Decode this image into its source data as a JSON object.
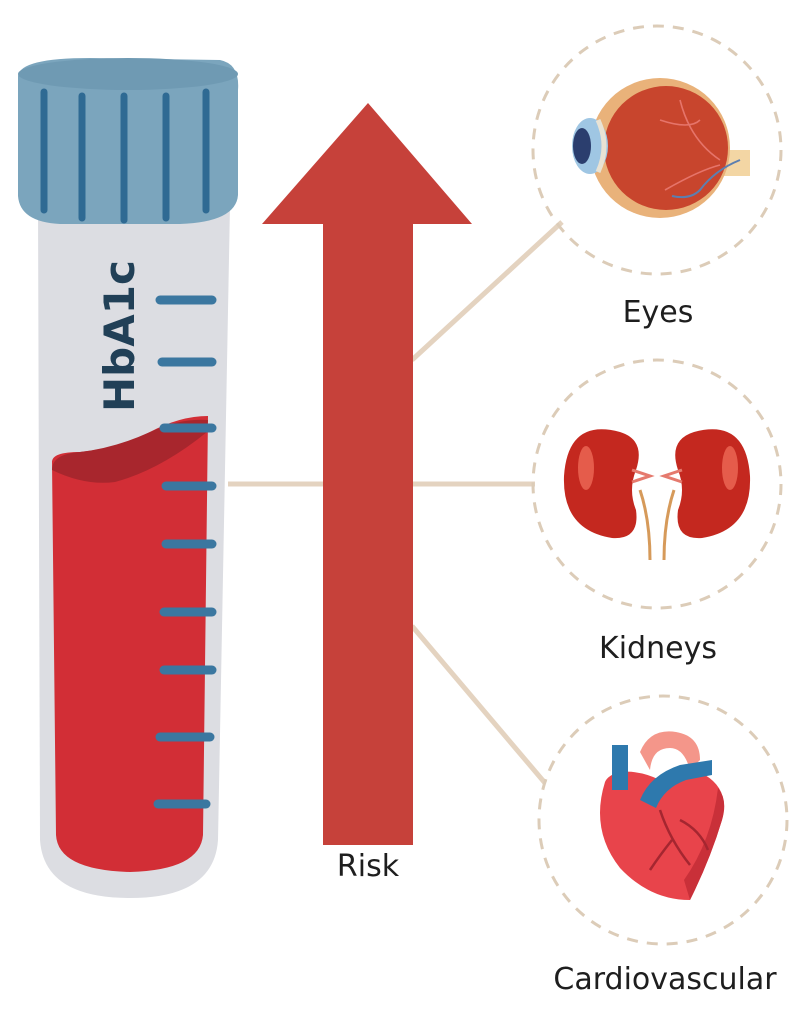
{
  "tube_label": "HbA1c",
  "arrow_label": "Risk",
  "organs": [
    {
      "name": "Eyes",
      "icon": "eye-icon"
    },
    {
      "name": "Kidneys",
      "icon": "kidneys-icon"
    },
    {
      "name": "Cardiovascular",
      "icon": "heart-icon"
    }
  ],
  "colors": {
    "cap": "#7ba5bd",
    "cap_stripe": "#2f6a93",
    "tube": "#dcdde2",
    "blood": "#d22e36",
    "arrow": "#c6413a",
    "connector": "#e4d3c0",
    "circle_dash": "#dcccb8",
    "label_text": "#214057"
  }
}
